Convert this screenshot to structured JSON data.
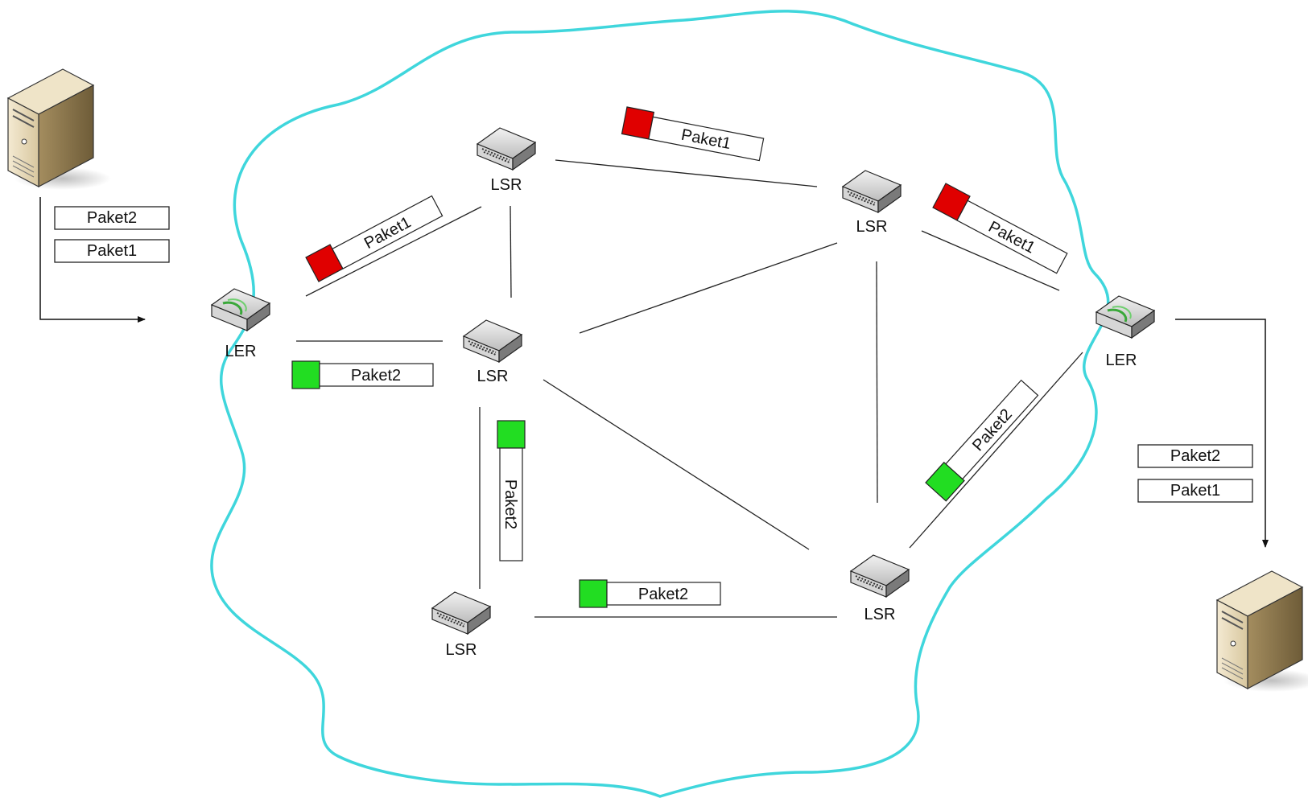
{
  "colors": {
    "cloud": "#3fd6dc",
    "label_red": "#e00000",
    "label_green": "#22dd22",
    "link": "#222222"
  },
  "icons": {
    "server": "server-icon",
    "edge_router": "edge-router-icon",
    "switch": "switch-icon",
    "arrow": "arrow-icon"
  },
  "source_queue": {
    "top": "Paket2",
    "bottom": "Paket1"
  },
  "dest_queue": {
    "top": "Paket2",
    "bottom": "Paket1"
  },
  "routers": {
    "ler_left": "LER",
    "ler_right": "LER",
    "lsr_top": "LSR",
    "lsr_center": "LSR",
    "lsr_topright": "LSR",
    "lsr_bottomleft": "LSR",
    "lsr_bottomright": "LSR"
  },
  "packets": {
    "p1_ler_lsrtop": "Paket1",
    "p1_lsrtop_lsrtr": "Paket1",
    "p1_lsrtr_lerright": "Paket1",
    "p2_ler_lsrcenter": "Paket2",
    "p2_lsrcenter_lsrbl": "Paket2",
    "p2_lsrbl_lsrbr": "Paket2",
    "p2_lsrbr_lerright": "Paket2"
  }
}
